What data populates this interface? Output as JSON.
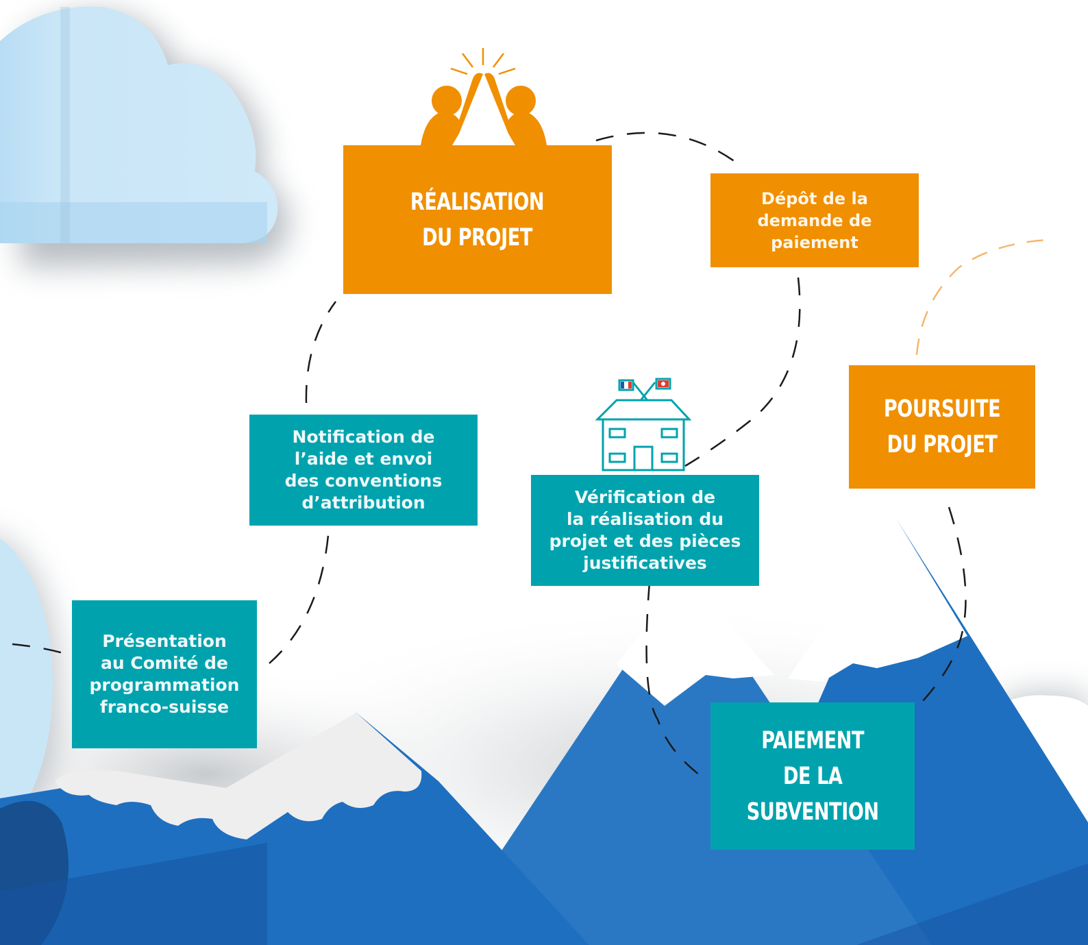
{
  "colors": {
    "orange": "#f08f00",
    "teal": "#00a3ad",
    "mountain_blue": "#1e6fbf",
    "dark_blue": "#1553a3",
    "sky_cloud": "#c9e6f7"
  },
  "steps": {
    "presentation": "Présentation\nau Comité de\nprogrammation\nfranco-suisse",
    "notification": "Notification de\nl’aide et envoi\ndes conventions\nd’attribution",
    "realisation": "RÉALISATION\nDU PROJET",
    "depot": "Dépôt de la\ndemande de\npaiement",
    "verification": "Vérification de\nla réalisation du\nprojet et des pièces\njustificatives",
    "paiement": "PAIEMENT\nDE LA\nSUBVENTION",
    "poursuite": "POURSUITE\nDU PROJET"
  },
  "icons": {
    "realisation": "high-five-icon",
    "verification": "building-with-flags-icon"
  }
}
